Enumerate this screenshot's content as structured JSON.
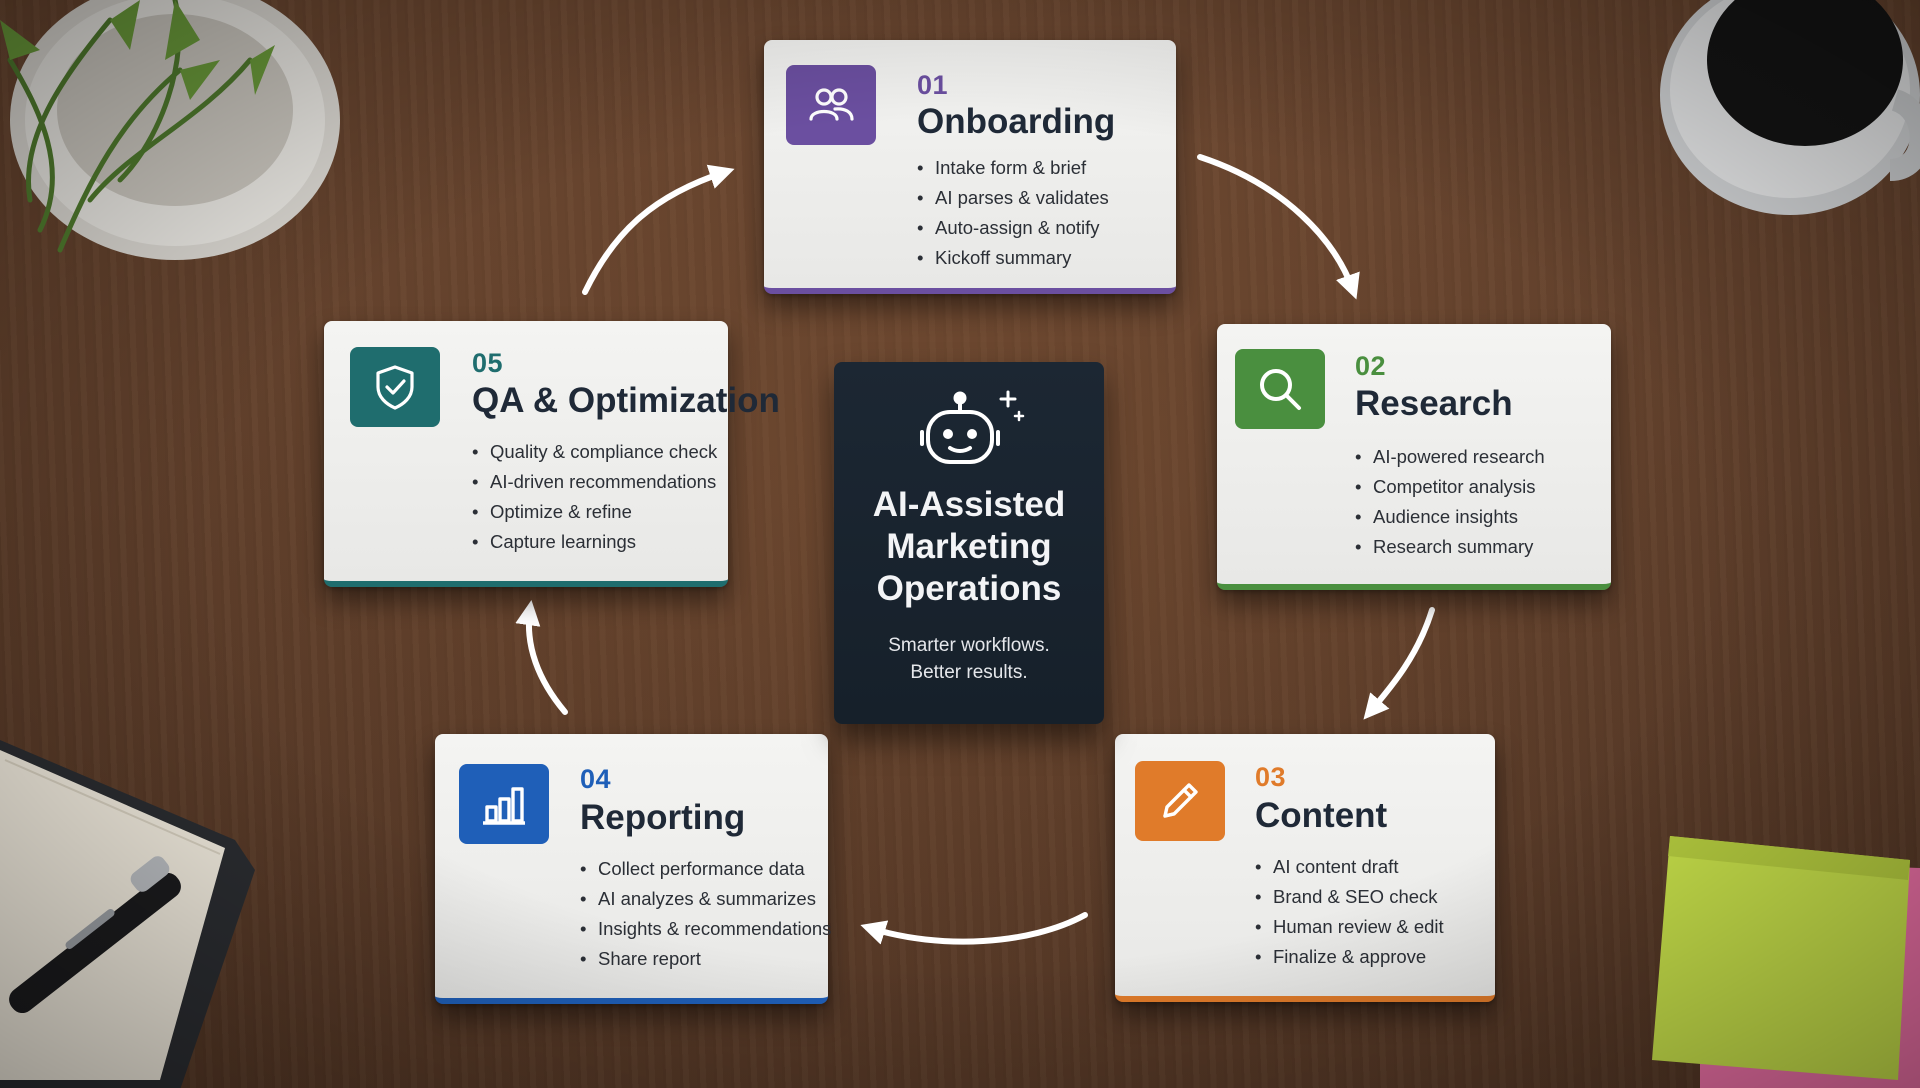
{
  "center": {
    "title_lines": [
      "AI-Assisted",
      "Marketing",
      "Operations"
    ],
    "subtitle_lines": [
      "Smarter workflows.",
      "Better results."
    ],
    "icon": "robot-icon"
  },
  "stages": [
    {
      "num": "01",
      "title": "Onboarding",
      "icon": "users-icon",
      "accent": "#6b4fa0",
      "items": [
        "Intake form & brief",
        "AI parses & validates",
        "Auto-assign & notify",
        "Kickoff summary"
      ]
    },
    {
      "num": "02",
      "title": "Research",
      "icon": "search-icon",
      "accent": "#4a8f3f",
      "items": [
        "AI-powered research",
        "Competitor analysis",
        "Audience insights",
        "Research summary"
      ]
    },
    {
      "num": "03",
      "title": "Content",
      "icon": "pencil-icon",
      "accent": "#e07b2a",
      "items": [
        "AI content draft",
        "Brand & SEO check",
        "Human review & edit",
        "Finalize & approve"
      ]
    },
    {
      "num": "04",
      "title": "Reporting",
      "icon": "bar-chart-icon",
      "accent": "#1f5fb8",
      "items": [
        "Collect performance data",
        "AI analyzes & summarizes",
        "Insights & recommendations",
        "Share report"
      ]
    },
    {
      "num": "05",
      "title": "QA & Optimization",
      "icon": "shield-check-icon",
      "accent": "#1f6d6e",
      "items": [
        "Quality & compliance check",
        "AI-driven recommendations",
        "Optimize & refine",
        "Capture learnings"
      ]
    }
  ]
}
